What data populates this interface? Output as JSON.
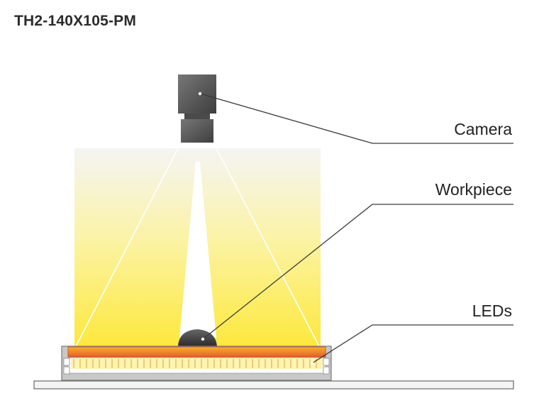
{
  "title": "TH2-140X105-PM",
  "labels": {
    "camera": "Camera",
    "workpiece": "Workpiece",
    "leds": "LEDs"
  },
  "colors": {
    "light_top": "#f3f3f3",
    "light_bottom": "#fde93a",
    "led_strip_top": "#f6a623",
    "led_strip_bottom": "#e8662a",
    "led_row": "#fff6b8",
    "housing": "#c9c9c9",
    "camera_body": "#5a5a5a",
    "workpiece": "#3c3c3c"
  }
}
